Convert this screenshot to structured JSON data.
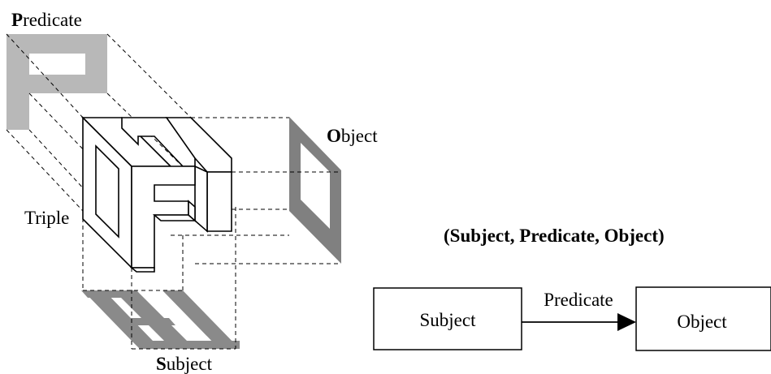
{
  "triple_figure": {
    "predicate_label": {
      "initial": "P",
      "rest": "redicate"
    },
    "object_label": {
      "initial": "O",
      "rest": "bject"
    },
    "subject_label": {
      "initial": "S",
      "rest": "ubject"
    },
    "triple_label": "Triple"
  },
  "notation": "(Subject, Predicate, Object)",
  "graph": {
    "subject_node": "Subject",
    "edge_label": "Predicate",
    "object_node": "Object"
  },
  "colors": {
    "predicate_shadow": "#b8b8b8",
    "object_shadow": "#808080",
    "subject_shadow": "#8a8a8a",
    "ink": "#000000"
  }
}
